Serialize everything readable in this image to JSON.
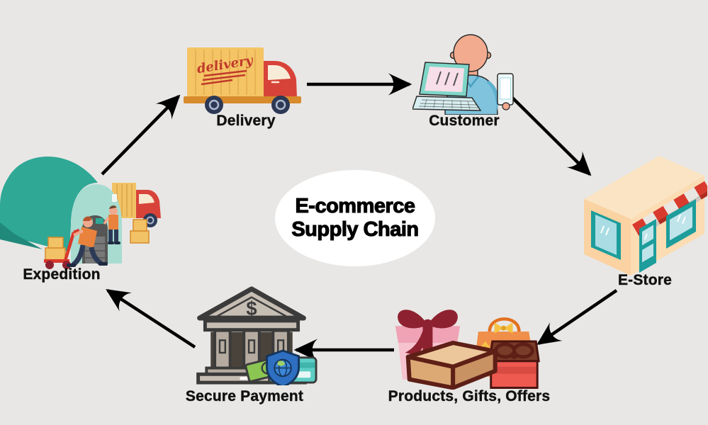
{
  "background_color": "#e8e7e5",
  "arrow_color": "#000000",
  "center_badge": {
    "title_line1": "E-commerce",
    "title_line2": "Supply Chain",
    "fill": "#ffffff",
    "text_color": "#000000"
  },
  "nodes": {
    "delivery": {
      "label": "Delivery",
      "icon": "delivery-truck-icon",
      "truck_side_text": "delivery"
    },
    "customer": {
      "label": "Customer",
      "icon": "customer-laptop-icon"
    },
    "estore": {
      "label": "E-Store",
      "icon": "storefront-icon"
    },
    "products": {
      "label": "Products, Gifts, Offers",
      "icon": "gift-boxes-icon"
    },
    "secure_payment": {
      "label": "Secure Payment",
      "icon": "bank-payment-icon",
      "currency_symbol": "$"
    },
    "expedition": {
      "label": "Expedition",
      "icon": "warehouse-loading-icon"
    }
  },
  "flow_arrows": [
    {
      "from": "Expedition",
      "to": "Delivery"
    },
    {
      "from": "Delivery",
      "to": "Customer"
    },
    {
      "from": "Customer",
      "to": "E-Store"
    },
    {
      "from": "E-Store",
      "to": "Products, Gifts, Offers"
    },
    {
      "from": "Products, Gifts, Offers",
      "to": "Secure Payment"
    },
    {
      "from": "Secure Payment",
      "to": "Expedition"
    }
  ],
  "colors": {
    "truck_red": "#d84339",
    "cargo_yellow": "#f5c465",
    "wheel_navy": "#2c3854",
    "base_orange": "#d78b2d",
    "warehouse_teal": "#2fa896",
    "warehouse_face_teal": "#a8dcd1",
    "store_wall_peach": "#fcdcb3",
    "awning_red": "#d93a2e",
    "window_teal": "#1d9d9b",
    "gift_pink": "#efa3b5",
    "ribbon_dark_red": "#8e2130",
    "bag_orange": "#ef8f4a",
    "gift_box_red": "#ee5a50",
    "bank_stone": "#c6bdb3",
    "money_green": "#8bc653",
    "card_teal": "#5ecec5",
    "shield_blue": "#2e6fc2",
    "skin": "#f2ab8e",
    "shirt_blue": "#7fc3dc",
    "label_text": "#111111"
  }
}
